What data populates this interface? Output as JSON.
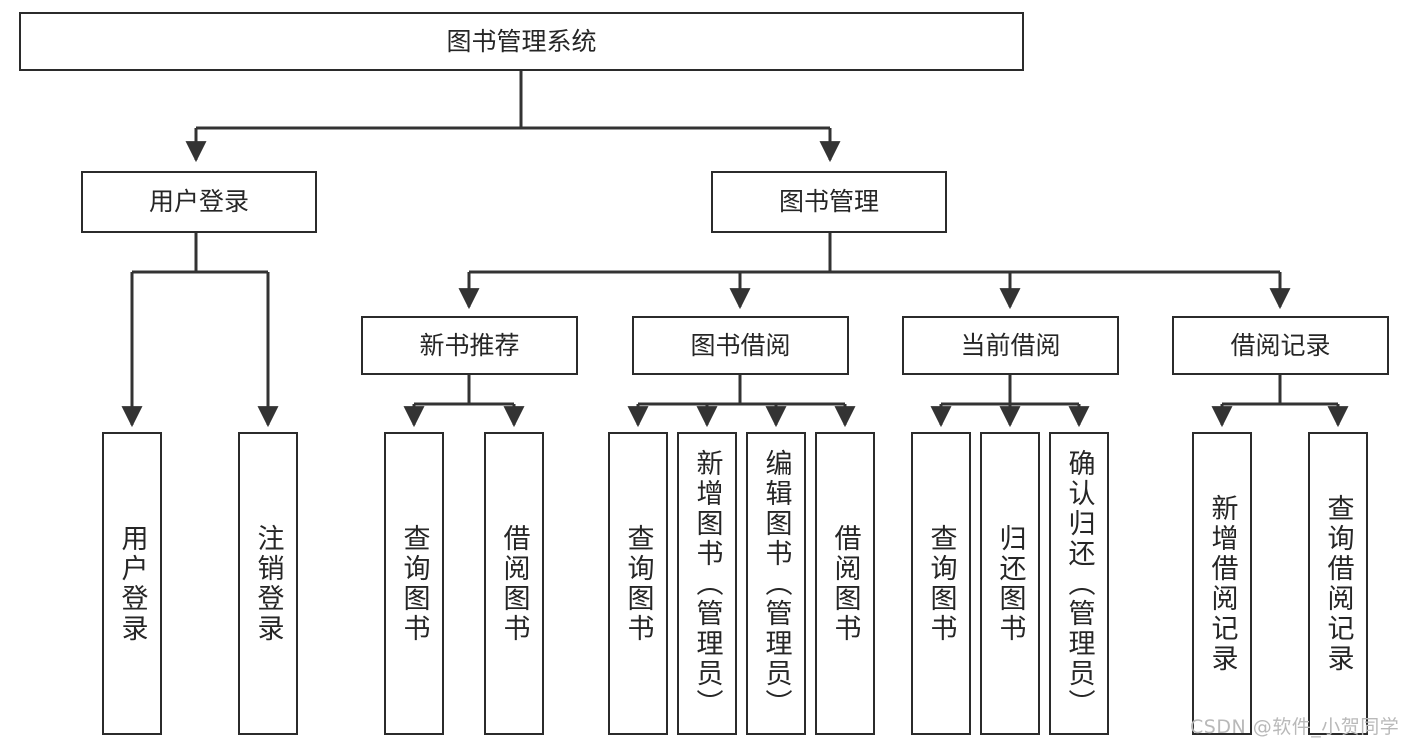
{
  "diagram": {
    "title": "图书管理系统",
    "type": "hierarchy-tree",
    "orientation": "top-down",
    "colors": {
      "box_border": "#2b2b2b",
      "box_fill": "#ffffff",
      "text": "#262626",
      "connector": "#333333",
      "watermark": "#b9b9b9",
      "background": "#ffffff"
    },
    "levels": [
      {
        "level": 1,
        "nodes": [
          {
            "id": "root",
            "label": "图书管理系统",
            "text_direction": "horizontal"
          }
        ]
      },
      {
        "level": 2,
        "nodes": [
          {
            "id": "user-login",
            "label": "用户登录",
            "text_direction": "horizontal",
            "parent": "root"
          },
          {
            "id": "book-manage",
            "label": "图书管理",
            "text_direction": "horizontal",
            "parent": "root"
          }
        ]
      },
      {
        "level": 3,
        "nodes": [
          {
            "id": "new-book-rec",
            "label": "新书推荐",
            "text_direction": "horizontal",
            "parent": "book-manage"
          },
          {
            "id": "book-borrow",
            "label": "图书借阅",
            "text_direction": "horizontal",
            "parent": "book-manage"
          },
          {
            "id": "current-borrow",
            "label": "当前借阅",
            "text_direction": "horizontal",
            "parent": "book-manage"
          },
          {
            "id": "borrow-record",
            "label": "借阅记录",
            "text_direction": "horizontal",
            "parent": "book-manage"
          }
        ]
      },
      {
        "level": 4,
        "nodes": [
          {
            "id": "leaf-user-login",
            "label": "用户登录",
            "text_direction": "vertical",
            "parent": "user-login"
          },
          {
            "id": "leaf-user-logout",
            "label": "注销登录",
            "text_direction": "vertical",
            "parent": "user-login"
          },
          {
            "id": "leaf-query-book-1",
            "label": "查询图书",
            "text_direction": "vertical",
            "parent": "new-book-rec"
          },
          {
            "id": "leaf-borrow-book-1",
            "label": "借阅图书",
            "text_direction": "vertical",
            "parent": "new-book-rec"
          },
          {
            "id": "leaf-query-book-2",
            "label": "查询图书",
            "text_direction": "vertical",
            "parent": "book-borrow"
          },
          {
            "id": "leaf-add-book",
            "label": "新增图书（管理员）",
            "text_direction": "vertical",
            "parent": "book-borrow"
          },
          {
            "id": "leaf-edit-book",
            "label": "编辑图书（管理员）",
            "text_direction": "vertical",
            "parent": "book-borrow"
          },
          {
            "id": "leaf-borrow-book-2",
            "label": "借阅图书",
            "text_direction": "vertical",
            "parent": "book-borrow"
          },
          {
            "id": "leaf-query-book-3",
            "label": "查询图书",
            "text_direction": "vertical",
            "parent": "current-borrow"
          },
          {
            "id": "leaf-return-book",
            "label": "归还图书",
            "text_direction": "vertical",
            "parent": "current-borrow"
          },
          {
            "id": "leaf-confirm-return",
            "label": "确认归还（管理员）",
            "text_direction": "vertical",
            "parent": "current-borrow"
          },
          {
            "id": "leaf-add-record",
            "label": "新增借阅记录",
            "text_direction": "vertical",
            "parent": "borrow-record"
          },
          {
            "id": "leaf-query-record",
            "label": "查询借阅记录",
            "text_direction": "vertical",
            "parent": "borrow-record"
          }
        ]
      }
    ],
    "watermark": "CSDN @软件_小贺同学"
  }
}
